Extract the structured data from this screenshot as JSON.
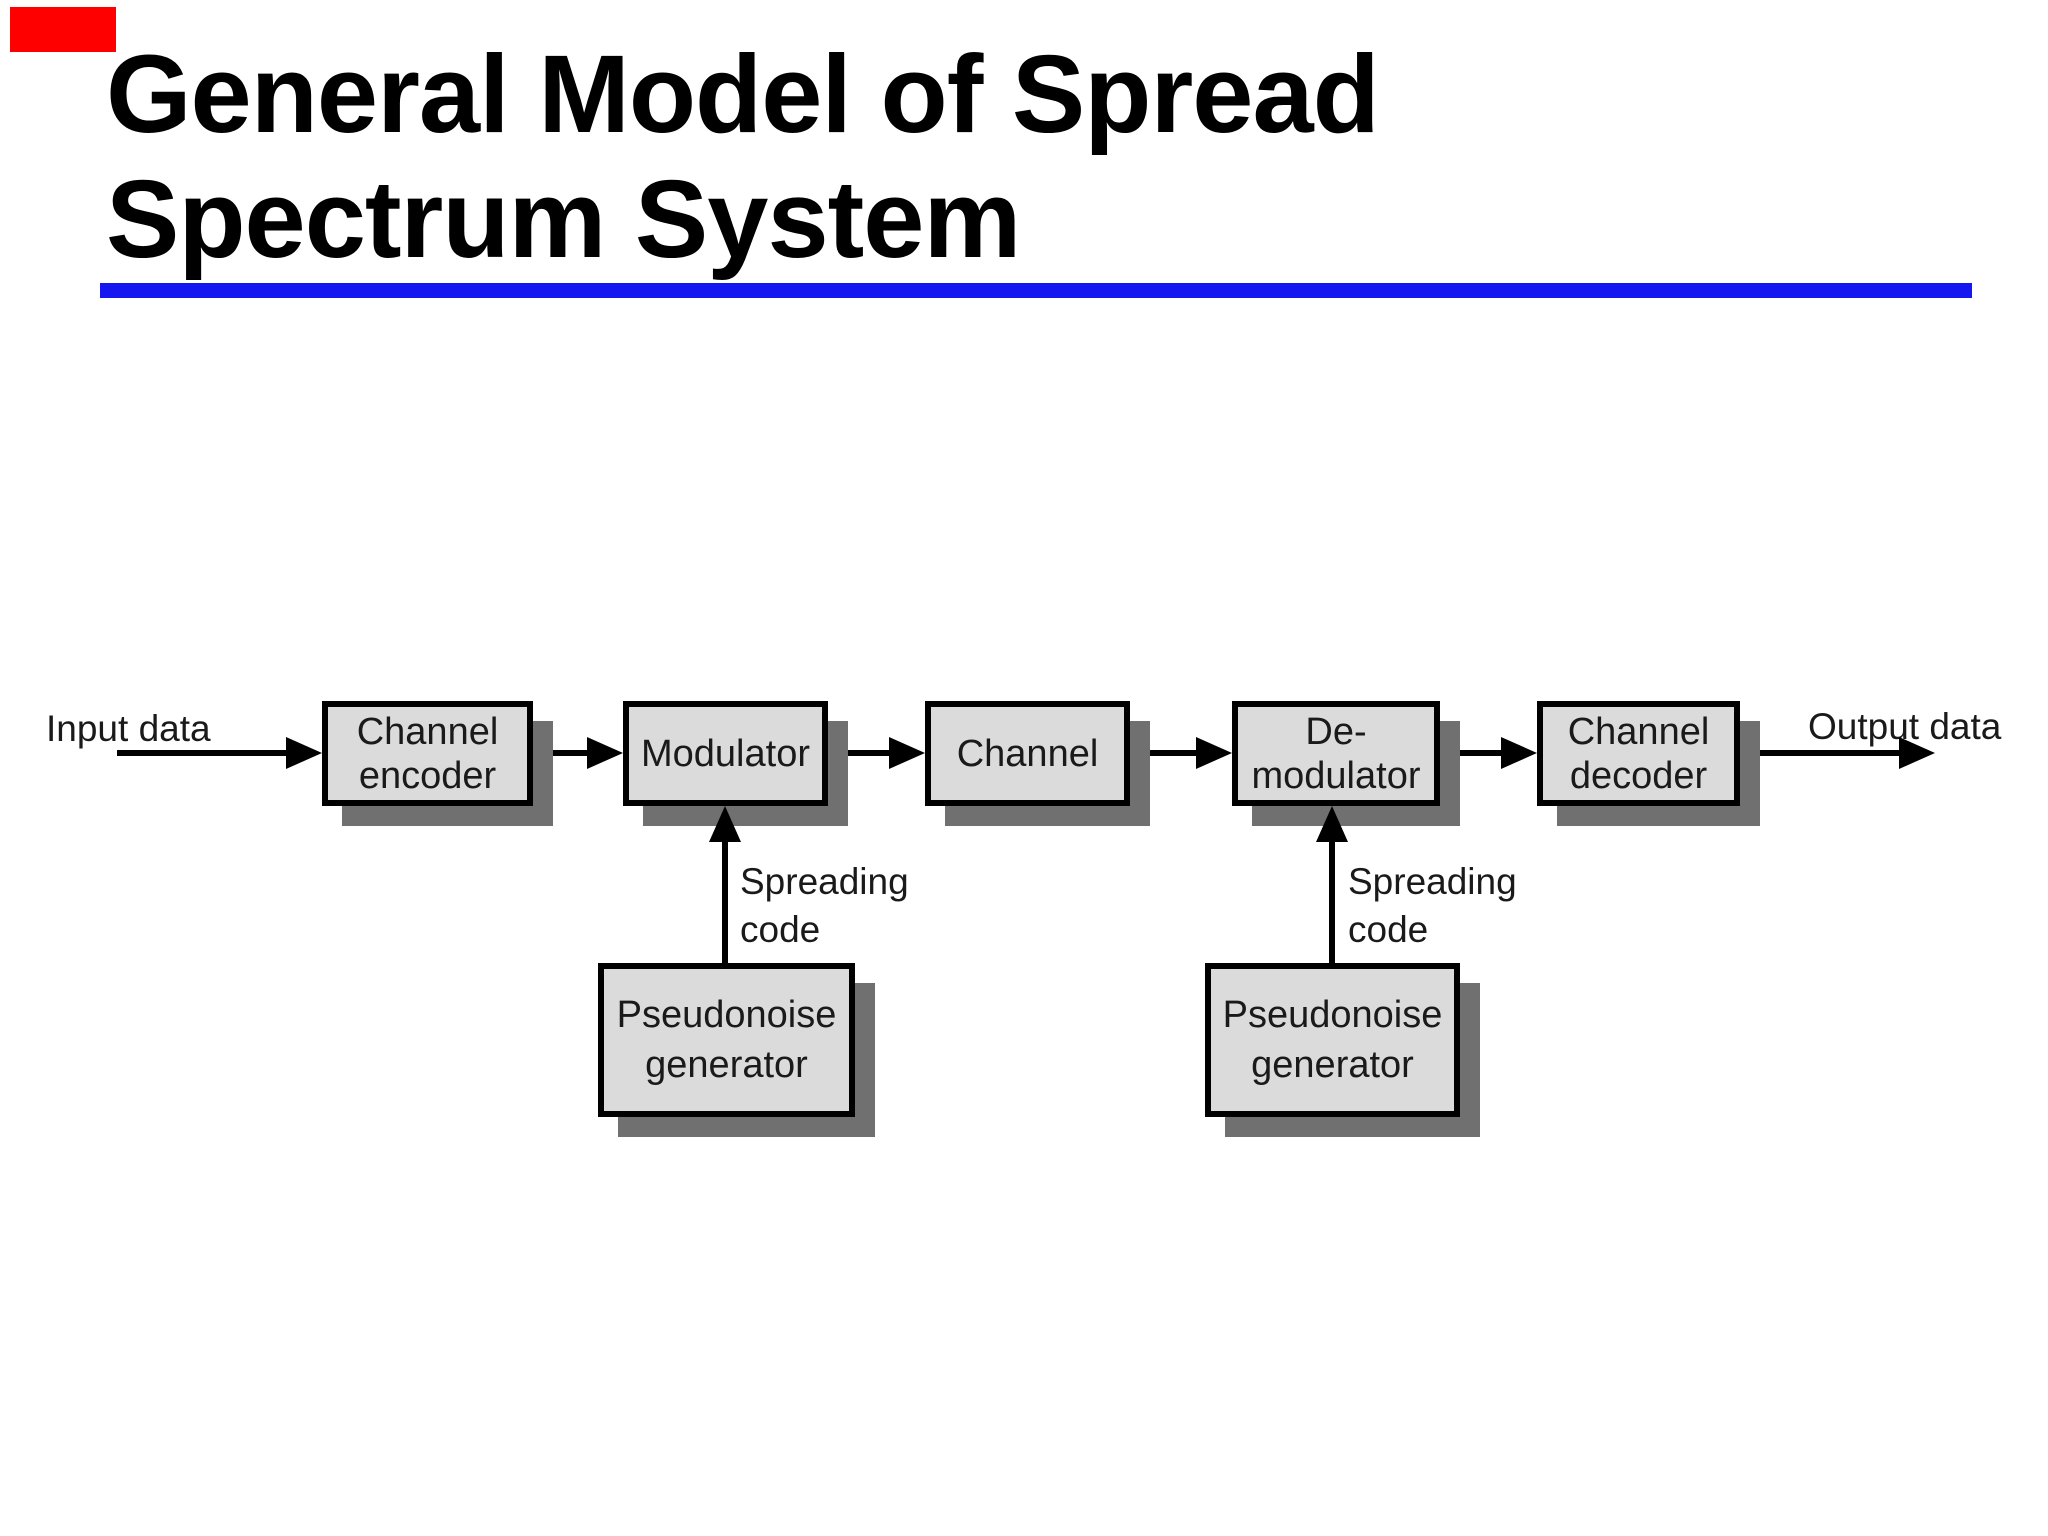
{
  "slide": {
    "title_line1": "General Model of Spread",
    "title_line2": "Spectrum System"
  },
  "colors": {
    "accent_underline": "#1616F0",
    "corner_mark": "#FF0000",
    "box_fill": "#DBDBDB",
    "box_shadow": "#707070",
    "box_border": "#000000",
    "diagram_text": "#1A1A1A"
  },
  "diagram": {
    "input_label": "Input data",
    "output_label": "Output data",
    "boxes": {
      "channel_encoder": {
        "lines": [
          "Channel",
          "encoder"
        ]
      },
      "modulator": {
        "lines": [
          "Modulator"
        ]
      },
      "channel": {
        "lines": [
          "Channel"
        ]
      },
      "demodulator": {
        "lines": [
          "De-",
          "modulator"
        ]
      },
      "channel_decoder": {
        "lines": [
          "Channel",
          "decoder"
        ]
      },
      "pseudonoise_left": {
        "lines": [
          "Pseudonoise",
          "generator"
        ]
      },
      "pseudonoise_right": {
        "lines": [
          "Pseudonoise",
          "generator"
        ]
      }
    },
    "spreading_code_left": {
      "lines": [
        "Spreading",
        "code"
      ]
    },
    "spreading_code_right": {
      "lines": [
        "Spreading",
        "code"
      ]
    }
  }
}
